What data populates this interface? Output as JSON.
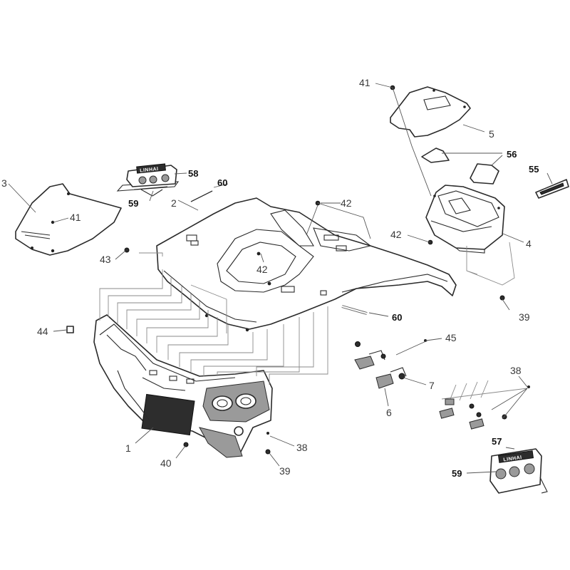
{
  "callouts": {
    "c1": "1",
    "c2": "2",
    "c3": "3",
    "c4": "4",
    "c5": "5",
    "c6": "6",
    "c7": "7",
    "c38a": "38",
    "c38b": "38",
    "c39a": "39",
    "c39b": "39",
    "c40": "40",
    "c41a": "41",
    "c41b": "41",
    "c42a": "42",
    "c42b": "42",
    "c42c": "42",
    "c43": "43",
    "c44": "44",
    "c45": "45",
    "c55": "55",
    "c56": "56",
    "c57": "57",
    "c58": "58",
    "c59a": "59",
    "c59b": "59",
    "c60a": "60",
    "c60b": "60"
  },
  "emblem": {
    "brand": "LINHAI"
  },
  "colors": {
    "line": "#2a2a2a",
    "label": "#3a3a3a",
    "background": "#ffffff"
  }
}
